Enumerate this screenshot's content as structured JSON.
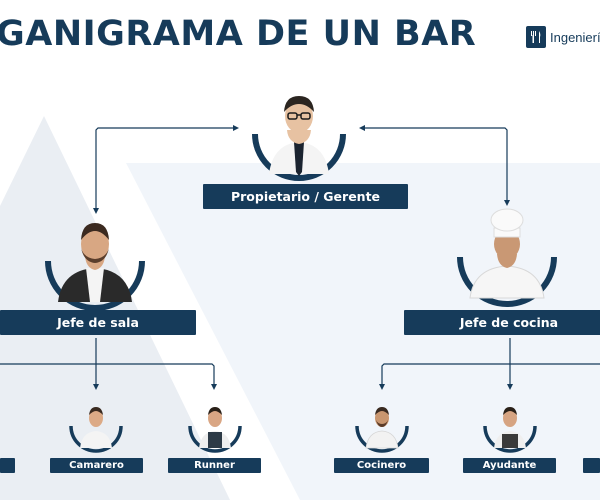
{
  "header": {
    "title": "GANIGRAMA DE UN BAR",
    "brand": "Ingeniería",
    "brand_icon": "fork-knife-icon"
  },
  "colors": {
    "navy": "#163b5a",
    "background_shape": "#eef3f8",
    "background_shape_dark": "#e4e9ef"
  },
  "roles": {
    "owner": "Propietario / Gerente",
    "hall_manager": "Jefe de sala",
    "kitchen_manager": "Jefe de cocina",
    "waiter": "Camarero",
    "runner": "Runner",
    "cook": "Cocinero",
    "assistant": "Ayudante"
  }
}
